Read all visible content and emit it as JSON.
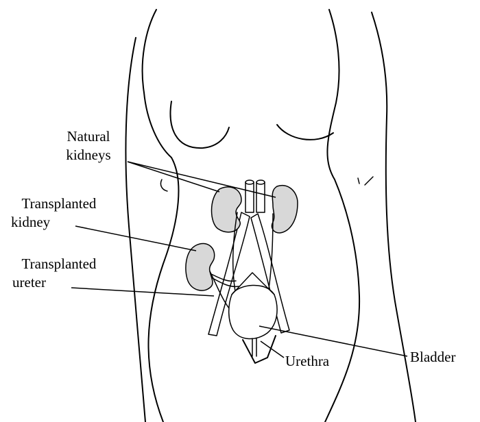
{
  "labels": {
    "natural_kidneys": [
      "Natural",
      "kidneys"
    ],
    "transplanted_kidney": [
      "Transplanted",
      "kidney"
    ],
    "transplanted_ureter": [
      "Transplanted",
      "ureter"
    ],
    "urethra": "Urethra",
    "bladder": "Bladder"
  },
  "colors": {
    "kidney_fill": "#d8d8d8",
    "line": "#000000",
    "background": "#ffffff"
  }
}
